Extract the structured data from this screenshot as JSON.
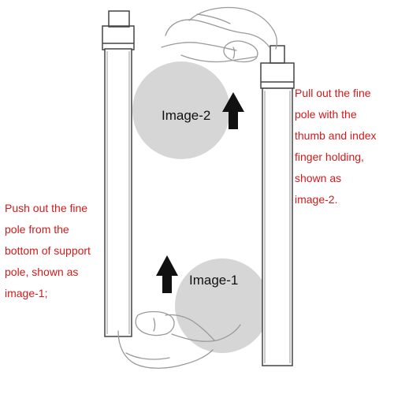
{
  "instructions": {
    "left": "Push out the fine\npole from the\nbottom of support\npole, shown as\nimage-1;",
    "right": "Pull out the fine\npole with the\nthumb and index\nfinger holding,\nshown as\nimage-2."
  },
  "labels": {
    "image1": "Image-1",
    "image2": "Image-2"
  },
  "colors": {
    "instruction_text": "#d21a1a",
    "circle": "#d6d6d6",
    "arrow": "#111111",
    "pole_outline": "#444444"
  }
}
